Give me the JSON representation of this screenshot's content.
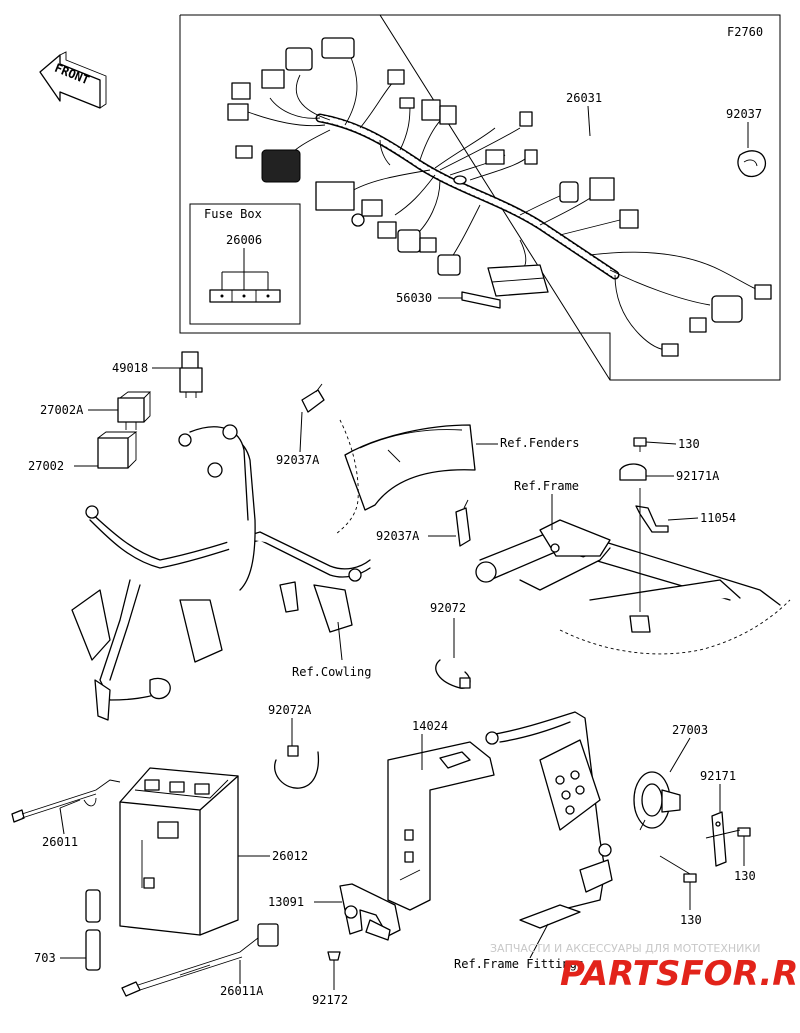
{
  "figure_code": "F2760",
  "front_label": "FRONT",
  "fuse_box_title": "Fuse Box",
  "parts": {
    "p26031": "26031",
    "p92037": "92037",
    "p26006": "26006",
    "p56030": "56030",
    "p49018": "49018",
    "p27002A": "27002A",
    "p27002": "27002",
    "p92037A_1": "92037A",
    "p92037A_2": "92037A",
    "p130_1": "130",
    "p92171A": "92171A",
    "p11054": "11054",
    "p92072": "92072",
    "p92072A": "92072A",
    "p14024": "14024",
    "p27003": "27003",
    "p92171": "92171",
    "p130_2": "130",
    "p130_3": "130",
    "p26011": "26011",
    "p26012": "26012",
    "p13091": "13091",
    "p703": "703",
    "p26011A": "26011A",
    "p92172": "92172"
  },
  "refs": {
    "fenders": "Ref.Fenders",
    "frame": "Ref.Frame",
    "cowling": "Ref.Cowling",
    "frame_fittings": "Ref.Frame Fittings"
  },
  "watermark": {
    "tagline": "ЗАПЧАСТИ И АКСЕССУАРЫ ДЛЯ МОТОТЕХНИКИ",
    "brand": "PARTSFOR.RU"
  }
}
